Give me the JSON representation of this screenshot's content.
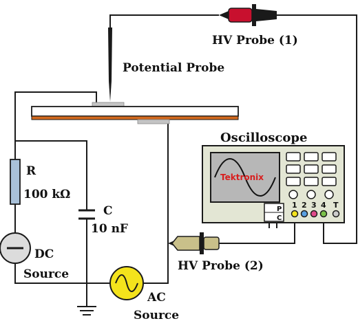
{
  "labels": {
    "hv_probe_1": "HV Probe (1)",
    "potential_probe": "Potential Probe",
    "oscilloscope": "Oscilloscope",
    "brand": "Tektronix",
    "resistor_name": "R",
    "resistor_value": "100 kΩ",
    "capacitor_name": "C",
    "capacitor_value": "10 nF",
    "dc_line1": "DC",
    "dc_line2": "Source",
    "hv_probe_2": "HV Probe (2)",
    "ac_line1": "AC",
    "ac_line2": "Source",
    "port_p": "P",
    "port_c": "C",
    "ch1": "1",
    "ch2": "2",
    "ch3": "3",
    "ch4": "4",
    "ch_t": "T"
  },
  "colors": {
    "wire": "#1a1a1a",
    "probe_red": "#c8102e",
    "probe_khaki": "#c9c08a",
    "plate_orange": "#d2691e",
    "resistor_blue": "#a9c1d9",
    "scope_body": "#e3e6d4",
    "scope_screen": "#b7b7b7",
    "ac_source": "#f4e31c",
    "brand_red": "#d81e1e"
  }
}
